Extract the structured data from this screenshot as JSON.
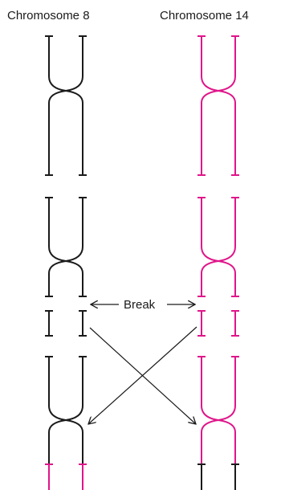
{
  "labels": {
    "chromosome_8": "Chromosome 8",
    "chromosome_14": "Chromosome 14",
    "break": "Break"
  },
  "colors": {
    "chromosome_8": "#1a1a1a",
    "chromosome_14": "#e0158a",
    "arrows": "#1a1a1a"
  }
}
